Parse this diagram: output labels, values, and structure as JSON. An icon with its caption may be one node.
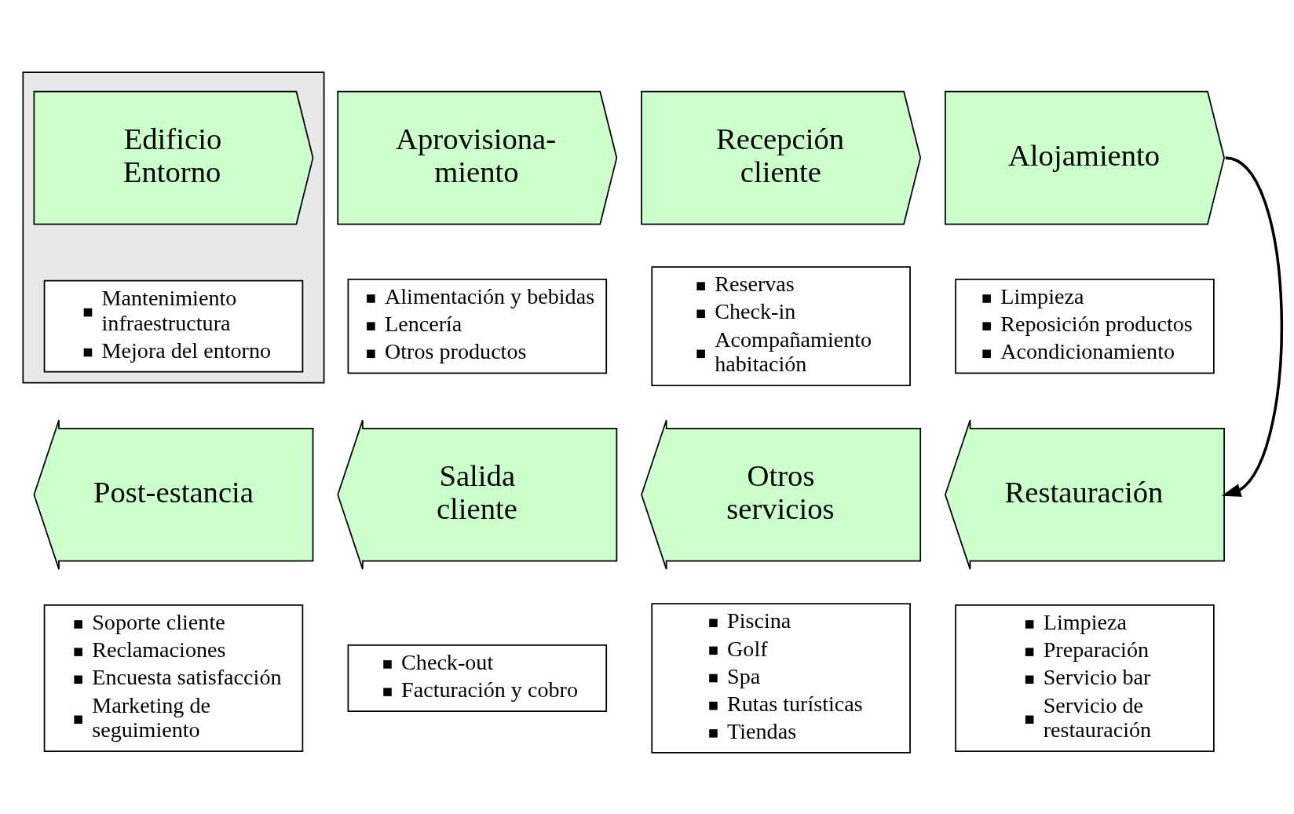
{
  "diagram": {
    "nodes": [
      {
        "text": [],
        "shape": "box"
      },
      {
        "text": [
          "Edificio Entorno"
        ],
        "in": 0
      },
      {
        "text": [
          "Mantenimiento infraestructura",
          "Mejora del entorno"
        ],
        "in": 0
      },
      {
        "text": [
          "Aprovisiona- miento"
        ]
      },
      {
        "text": [
          "Alimentación y bebidas",
          "Lencería",
          "Otros productos"
        ]
      },
      {
        "text": [
          "Recepción cliente"
        ]
      },
      {
        "text": [
          "Reservas",
          "Check-in",
          "Acompañamiento habitación"
        ]
      },
      {
        "text": [
          "Alojamiento"
        ]
      },
      {
        "text": [
          "Limpieza",
          "Reposición productos",
          "Acondicionamiento"
        ]
      },
      {
        "text": [
          "Post-estancia"
        ]
      },
      {
        "text": [
          "Soporte cliente",
          "Reclamaciones",
          "Encuesta satisfacción",
          "Marketing de seguimiento"
        ]
      },
      {
        "text": [
          "Salida cliente"
        ]
      },
      {
        "text": [
          "Check-out",
          "Facturación y cobro"
        ]
      },
      {
        "text": [
          "Otros servicios"
        ]
      },
      {
        "text": [
          "Piscina",
          "Golf",
          "Spa",
          "Rutas turísticas",
          "Tiendas"
        ]
      },
      {
        "text": [
          "Restauración"
        ]
      },
      {
        "text": [
          "Limpieza",
          "Preparación",
          "Servicio bar",
          "Servicio de restauración"
        ]
      }
    ],
    "edges": [
      {
        "from": 7,
        "to": 15,
        "arrow": "to"
      }
    ]
  }
}
